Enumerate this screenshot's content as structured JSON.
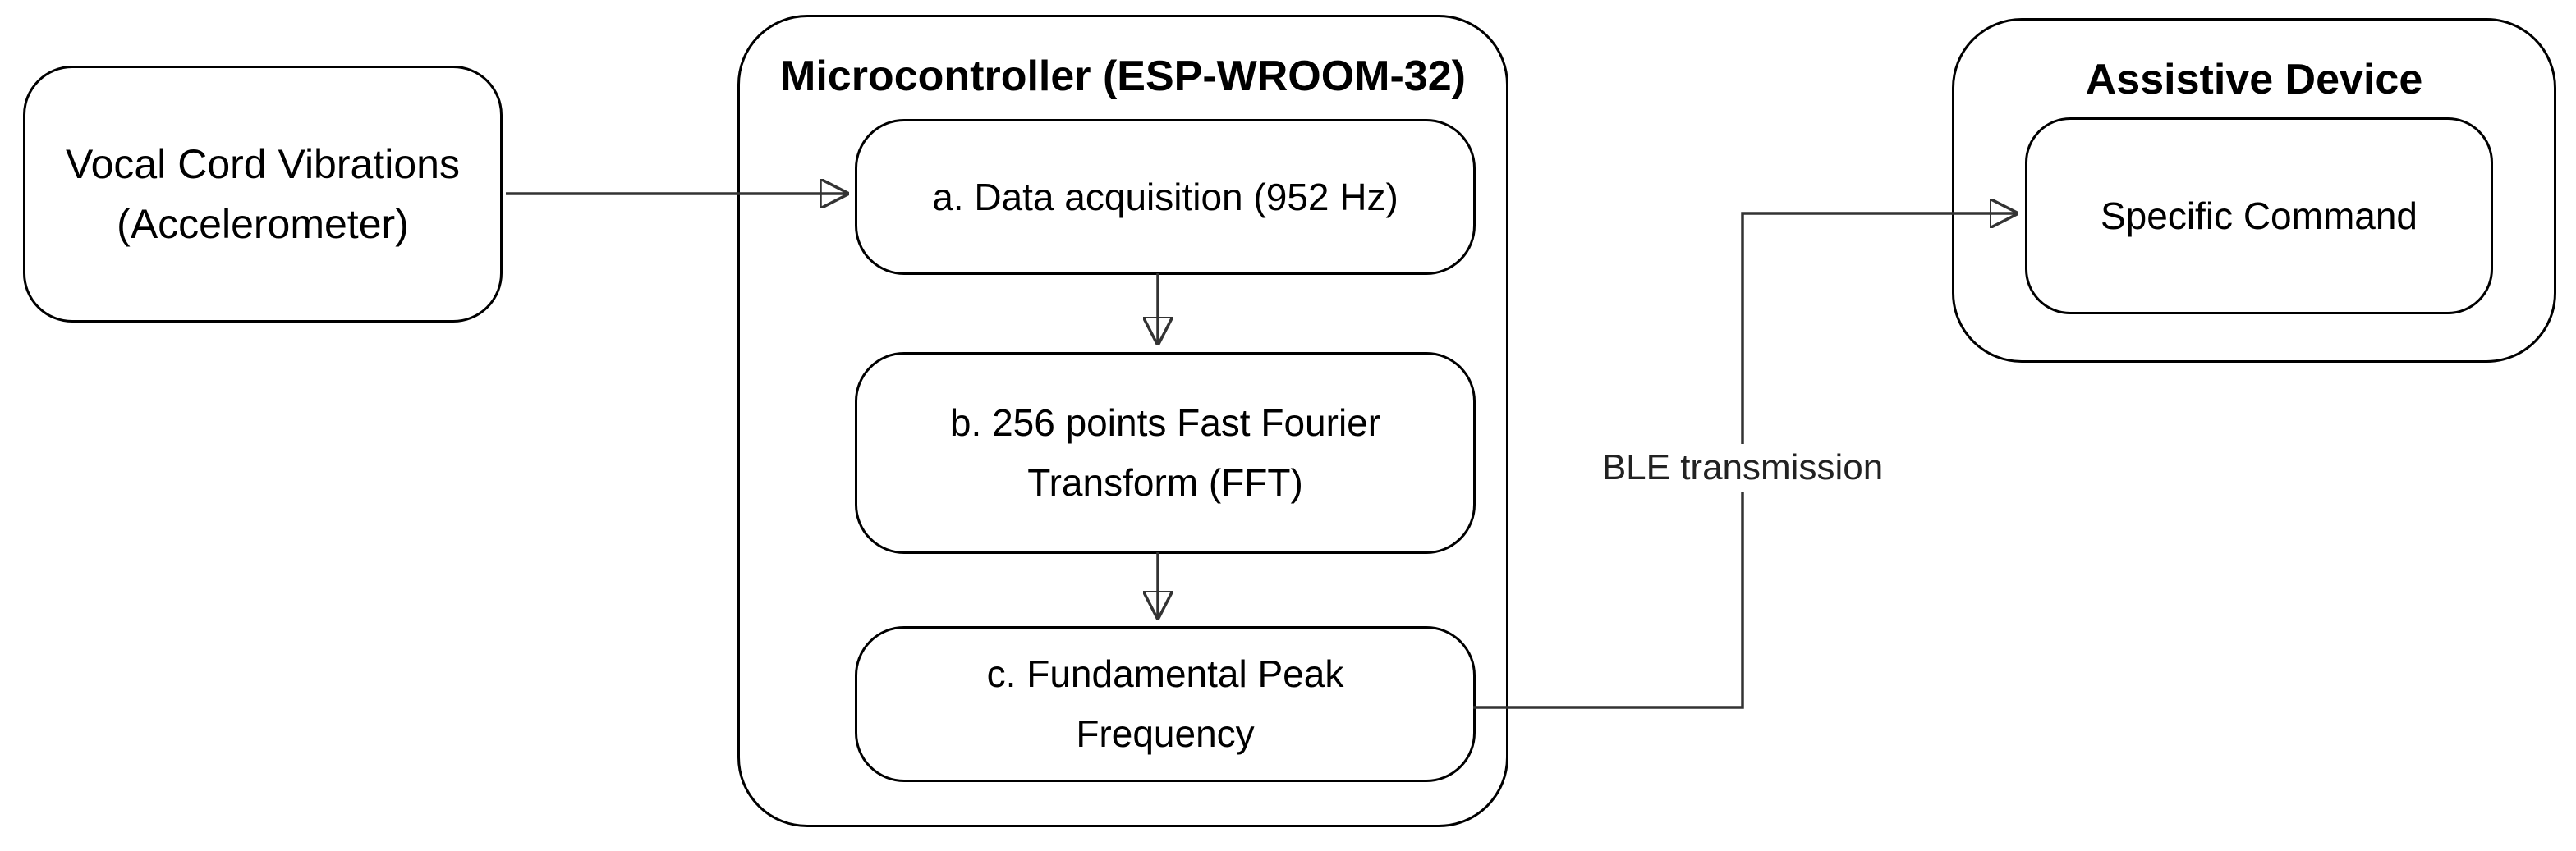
{
  "diagram": {
    "colors": {
      "background": "#ffffff",
      "box_border": "#000000",
      "edge_line": "#333333",
      "text": "#000000"
    },
    "nodes": {
      "vocal": {
        "label": "Vocal Cord Vibrations\n(Accelerometer)"
      },
      "microcontroller": {
        "title": "Microcontroller (ESP-WROOM-32)",
        "steps": [
          {
            "label": "a. Data acquisition (952 Hz)"
          },
          {
            "label": "b. 256 points Fast Fourier\nTransform (FFT)"
          },
          {
            "label": "c. Fundamental Peak\nFrequency"
          }
        ]
      },
      "assistive_device": {
        "title": "Assistive Device",
        "command": {
          "label": "Specific Command"
        }
      }
    },
    "edges": {
      "ble_label": "BLE transmission"
    }
  }
}
